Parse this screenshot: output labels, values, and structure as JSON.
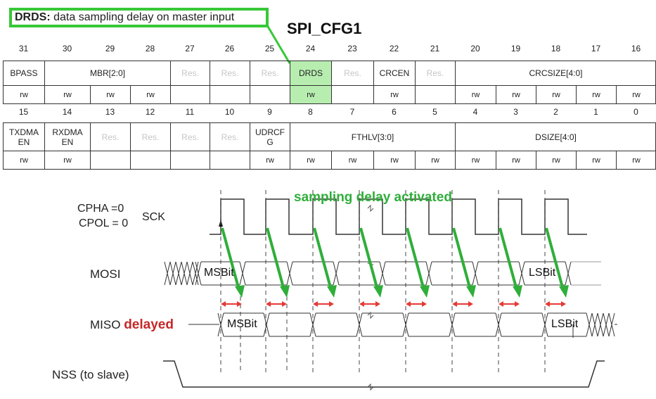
{
  "callout": {
    "bold": "DRDS:",
    "text": " data sampling delay on master input"
  },
  "register_title": "SPI_CFG1",
  "row_high": {
    "bits": [
      "31",
      "30",
      "29",
      "28",
      "27",
      "26",
      "25",
      "24",
      "23",
      "22",
      "21",
      "20",
      "19",
      "18",
      "17",
      "16"
    ],
    "fields": [
      {
        "label": "BPASS",
        "span": 1,
        "res": false,
        "hl": false
      },
      {
        "label": "MBR[2:0]",
        "span": 3,
        "res": false,
        "hl": false
      },
      {
        "label": "Res.",
        "span": 1,
        "res": true,
        "hl": false
      },
      {
        "label": "Res.",
        "span": 1,
        "res": true,
        "hl": false
      },
      {
        "label": "Res.",
        "span": 1,
        "res": true,
        "hl": false
      },
      {
        "label": "DRDS",
        "span": 1,
        "res": false,
        "hl": true
      },
      {
        "label": "Res.",
        "span": 1,
        "res": true,
        "hl": false
      },
      {
        "label": "CRCEN",
        "span": 1,
        "res": false,
        "hl": false
      },
      {
        "label": "Res.",
        "span": 1,
        "res": true,
        "hl": false
      },
      {
        "label": "CRCSIZE[4:0]",
        "span": 5,
        "res": false,
        "hl": false
      }
    ],
    "access": [
      "rw",
      "rw",
      "rw",
      "rw",
      "",
      "",
      "",
      "rw",
      "",
      "rw",
      "",
      "rw",
      "rw",
      "rw",
      "rw",
      "rw"
    ]
  },
  "row_low": {
    "bits": [
      "15",
      "14",
      "13",
      "12",
      "11",
      "10",
      "9",
      "8",
      "7",
      "6",
      "5",
      "4",
      "3",
      "2",
      "1",
      "0"
    ],
    "fields": [
      {
        "label": "TXDMA\nEN",
        "span": 1,
        "res": false,
        "hl": false
      },
      {
        "label": "RXDMA\nEN",
        "span": 1,
        "res": false,
        "hl": false
      },
      {
        "label": "Res.",
        "span": 1,
        "res": true,
        "hl": false
      },
      {
        "label": "Res.",
        "span": 1,
        "res": true,
        "hl": false
      },
      {
        "label": "Res.",
        "span": 1,
        "res": true,
        "hl": false
      },
      {
        "label": "Res.",
        "span": 1,
        "res": true,
        "hl": false
      },
      {
        "label": "UDRCF\nG",
        "span": 1,
        "res": false,
        "hl": false
      },
      {
        "label": "FTHLV[3:0]",
        "span": 4,
        "res": false,
        "hl": false
      },
      {
        "label": "DSIZE[4:0]",
        "span": 5,
        "res": false,
        "hl": false
      }
    ],
    "access": [
      "rw",
      "rw",
      "",
      "",
      "",
      "",
      "rw",
      "rw",
      "rw",
      "rw",
      "rw",
      "rw",
      "rw",
      "rw",
      "rw",
      "rw"
    ]
  },
  "timing": {
    "title": "sampling delay activated",
    "cpha": "CPHA =0",
    "cpol": "CPOL = 0",
    "sck": "SCK",
    "mosi": "MOSI",
    "miso": "MISO",
    "delayed": "delayed",
    "nss": "NSS (to slave)",
    "msbit": "MSBit",
    "lsbit": "LSBit"
  },
  "colors": {
    "green": "#2fae3a",
    "red": "#e53935",
    "highlight": "#b7eeb0",
    "callout_border": "#37c837"
  }
}
